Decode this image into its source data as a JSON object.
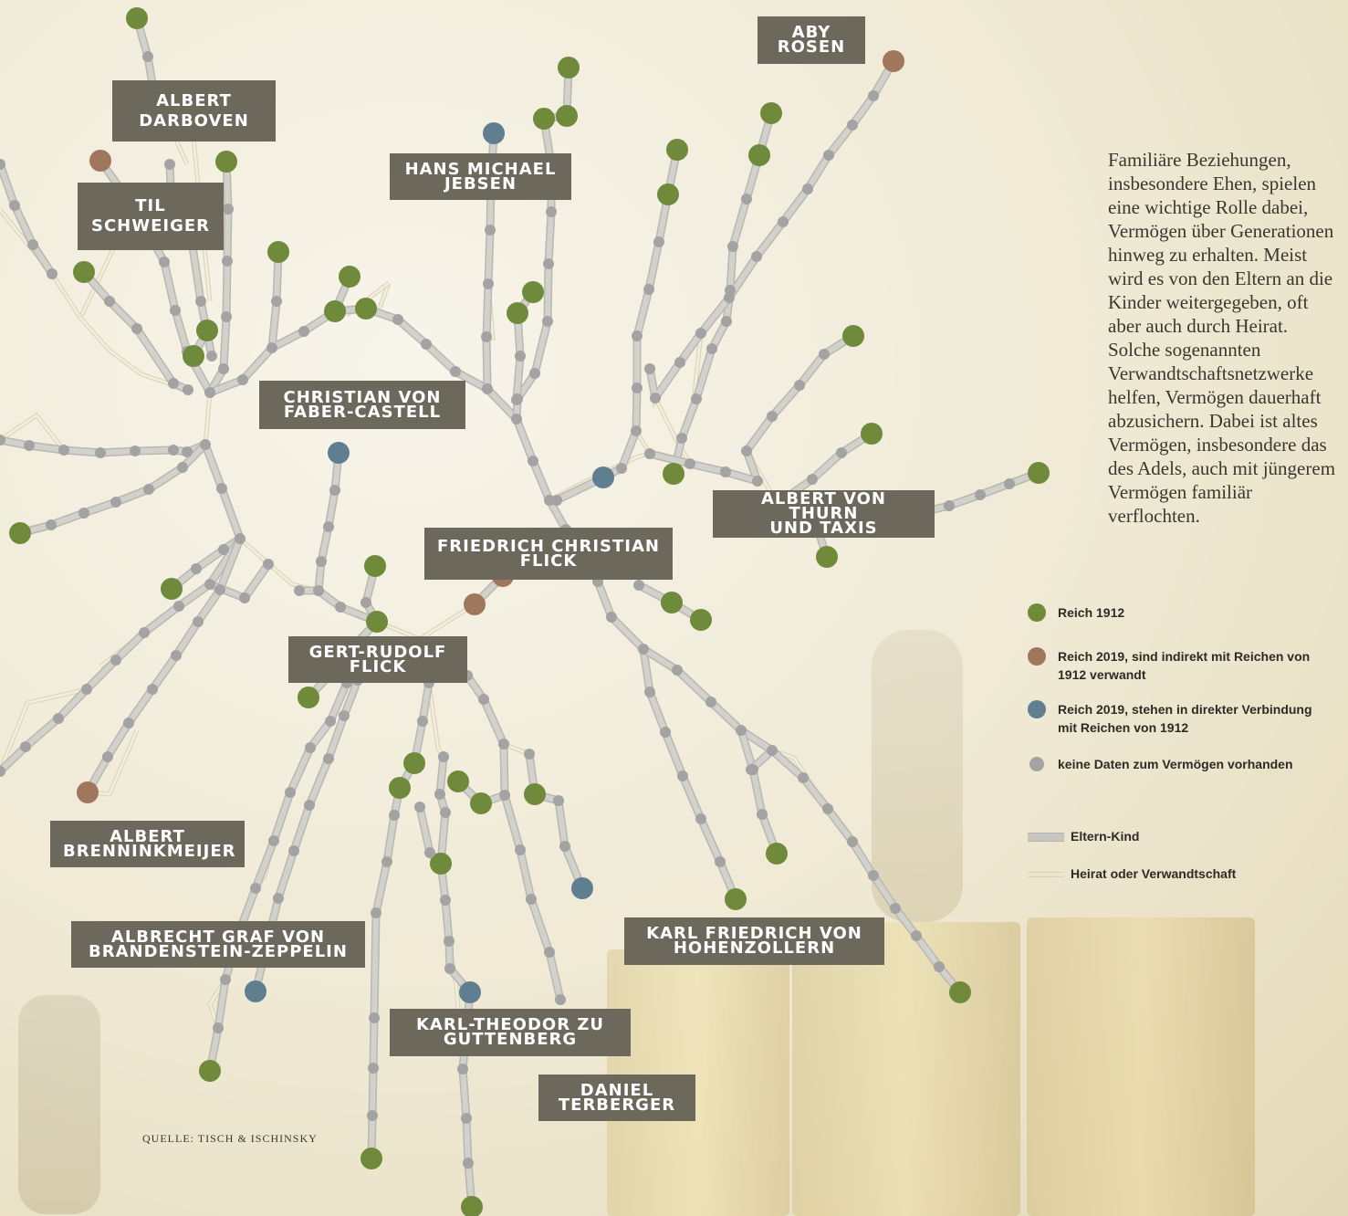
{
  "intro_text": "Familiäre Beziehungen, insbesondere Ehen, spielen eine wichtige Rolle dabei, Vermögen über Generationen hinweg zu erhalten. Meist wird es von den Eltern an die Kinder weitergegeben, oft aber auch durch Heirat. Solche sogenannten Verwandtschaftsnetzwerke helfen, Vermögen dauerhaft abzusichern. Dabei ist altes Vermögen, insbesondere das des Adels, auch mit jüngerem Vermögen familiär verflochten.",
  "names": {
    "aby_rosen": [
      "ABY",
      "ROSEN"
    ],
    "albert_darboven": [
      "ALBERT",
      "DARBOVEN"
    ],
    "til_schweiger": [
      "TIL",
      "SCHWEIGER"
    ],
    "hans_michael_jebsen": [
      "HANS MICHAEL",
      "JEBSEN"
    ],
    "christian_von_faber_castell": [
      "CHRISTIAN VON",
      "FABER-CASTELL"
    ],
    "albert_von_thurn_und_taxis": [
      "ALBERT VON THURN",
      "UND TAXIS"
    ],
    "friedrich_christian_flick": [
      "FRIEDRICH CHRISTIAN",
      "FLICK"
    ],
    "gert_rudolf_flick": [
      "GERT-RUDOLF",
      "FLICK"
    ],
    "albert_brenninkmeijer": [
      "ALBERT",
      "BRENNINKMEIJER"
    ],
    "albrecht_graf_von_brandenstein_zeppelin": [
      "ALBRECHT GRAF VON",
      "BRANDENSTEIN-ZEPPELIN"
    ],
    "karl_friedrich_von_hohenzollern": [
      "KARL FRIEDRICH VON",
      "HOHENZOLLERN"
    ],
    "karl_theodor_zu_guttenberg": [
      "KARL-THEODOR ZU",
      "GUTTENBERG"
    ],
    "daniel_terberger": [
      "DANIEL",
      "TERBERGER"
    ]
  },
  "legend": {
    "nodes": [
      {
        "label": "Reich 1912",
        "color": "#6e8a3a"
      },
      {
        "label": "Reich 2019, sind indirekt mit Reichen von 1912 verwandt",
        "color": "#a0765c"
      },
      {
        "label": "Reich 2019, stehen in direkter Verbindung mit Reichen von 1912",
        "color": "#5f7f91"
      },
      {
        "label": "keine Daten zum Vermögen vorhanden",
        "color": "#a3a3a3"
      }
    ],
    "edges": [
      {
        "label": "Eltern-Kind",
        "color": "#c7c6c1"
      },
      {
        "label": "Heirat oder Verwandtschaft",
        "color": "#e2dcc3"
      }
    ]
  },
  "source": "QUELLE: TISCH & ISCHINSKY"
}
